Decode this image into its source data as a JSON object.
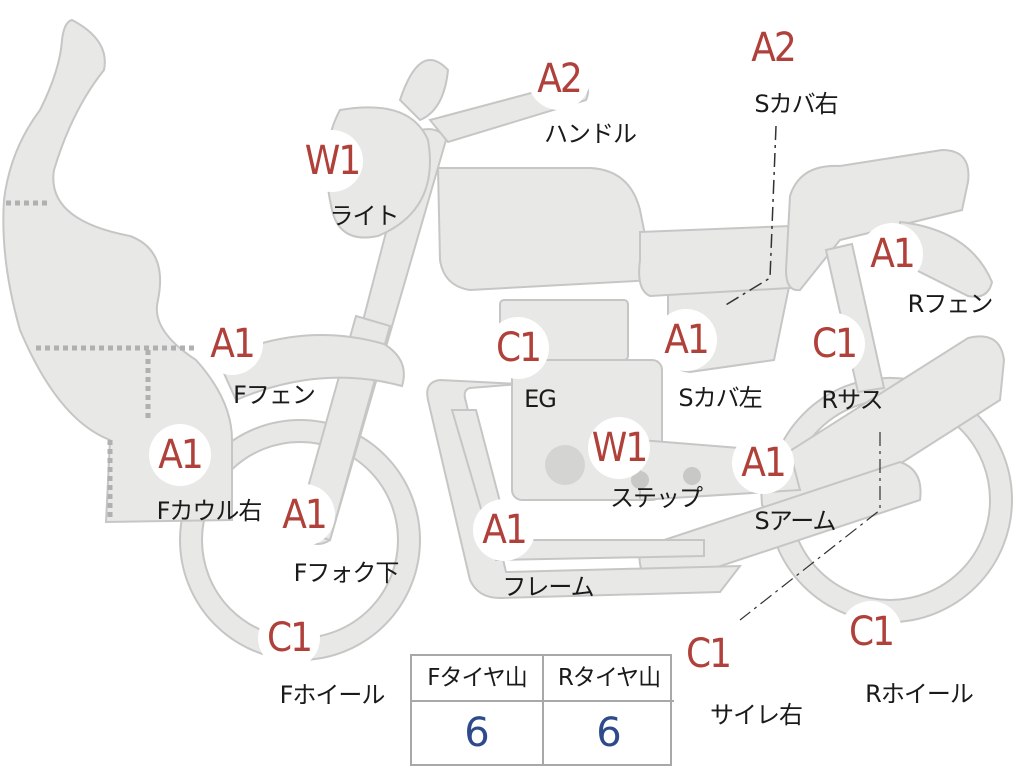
{
  "colors": {
    "part_fill": "#e8e8e6",
    "part_stroke": "#c6c6c4",
    "badge_text": "#b0403a",
    "label_text": "#1a1a1a",
    "table_value": "#2e4a8a"
  },
  "parts": [
    {
      "id": "light",
      "grade": "W1",
      "name": "ライト"
    },
    {
      "id": "handle",
      "grade": "A2",
      "name": "ハンドル"
    },
    {
      "id": "side-cover-right",
      "grade": "A2",
      "name": "Sカバ右"
    },
    {
      "id": "rear-fender",
      "grade": "A1",
      "name": "Rフェン"
    },
    {
      "id": "front-fender",
      "grade": "A1",
      "name": "Fフェン"
    },
    {
      "id": "engine",
      "grade": "C1",
      "name": "EG"
    },
    {
      "id": "side-cover-left",
      "grade": "A1",
      "name": "Sカバ左"
    },
    {
      "id": "rear-suspension",
      "grade": "C1",
      "name": "Rサス"
    },
    {
      "id": "front-cowl-right",
      "grade": "A1",
      "name": "Fカウル右"
    },
    {
      "id": "step",
      "grade": "W1",
      "name": "ステップ"
    },
    {
      "id": "swing-arm",
      "grade": "A1",
      "name": "Sアーム"
    },
    {
      "id": "front-fork-lower",
      "grade": "A1",
      "name": "Fフォク下"
    },
    {
      "id": "frame",
      "grade": "A1",
      "name": "フレーム"
    },
    {
      "id": "front-wheel",
      "grade": "C1",
      "name": "Fホイール"
    },
    {
      "id": "muffler-right",
      "grade": "C1",
      "name": "サイレ右"
    },
    {
      "id": "rear-wheel",
      "grade": "C1",
      "name": "Rホイール"
    }
  ],
  "tire_table": {
    "front_header": "Fタイヤ山",
    "rear_header": "Rタイヤ山",
    "front_value": "6",
    "rear_value": "6"
  }
}
